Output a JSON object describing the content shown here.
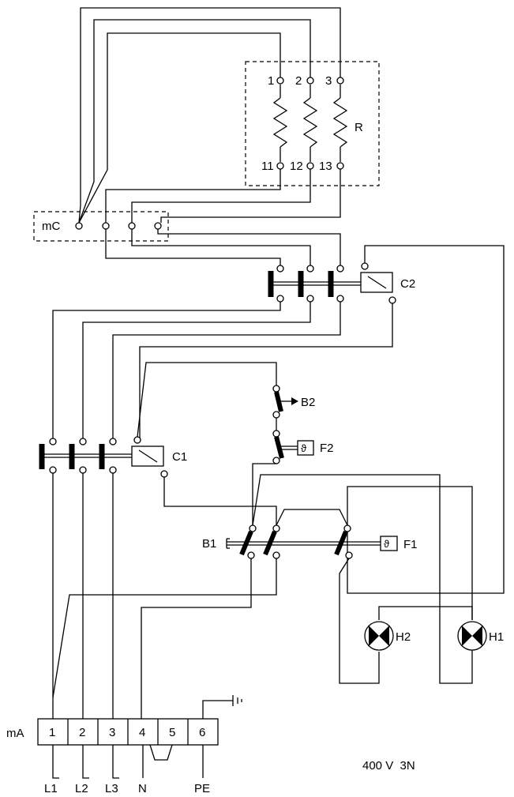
{
  "diagram": {
    "resistor": {
      "label": "R",
      "top_terminals": [
        "1",
        "2",
        "3"
      ],
      "bottom_terminals": [
        "11",
        "12",
        "13"
      ]
    },
    "microswitch": {
      "label": "mC"
    },
    "contactor_c2": {
      "label": "C2"
    },
    "contactor_c1": {
      "label": "C1"
    },
    "switch_b2": {
      "label": "B2"
    },
    "thermostat_f2": {
      "label": "F2"
    },
    "switch_b1": {
      "label": "B1"
    },
    "thermostat_f1": {
      "label": "F1"
    },
    "lamp_h2": {
      "label": "H2"
    },
    "lamp_h1": {
      "label": "H1"
    },
    "terminal_block": {
      "label": "mA",
      "terminals": [
        "1",
        "2",
        "3",
        "4",
        "5",
        "6"
      ],
      "supply_lines": [
        "L1",
        "L2",
        "L3",
        "N",
        "PE"
      ]
    },
    "supply_rating": "400 V  3N"
  }
}
